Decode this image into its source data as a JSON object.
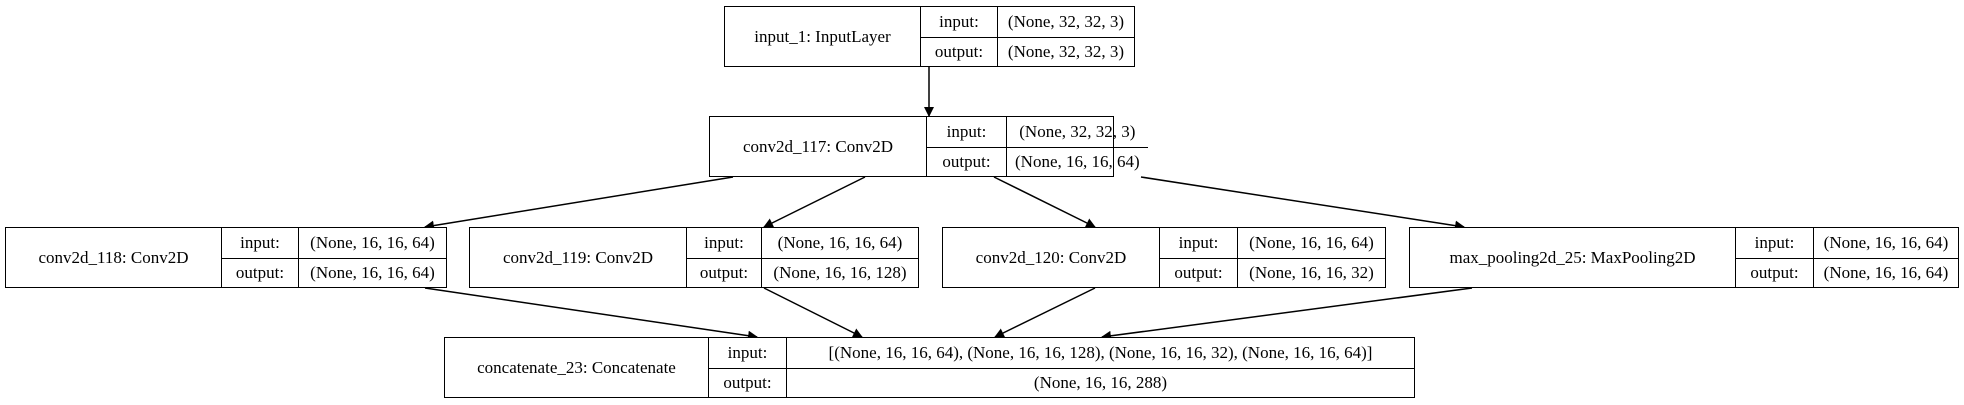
{
  "nodes": {
    "input_1": {
      "name": "input_1: InputLayer",
      "input_label": "input:",
      "input_value": "(None, 32, 32, 3)",
      "output_label": "output:",
      "output_value": "(None, 32, 32, 3)"
    },
    "conv2d_117": {
      "name": "conv2d_117: Conv2D",
      "input_label": "input:",
      "input_value": "(None, 32, 32, 3)",
      "output_label": "output:",
      "output_value": "(None, 16, 16, 64)"
    },
    "conv2d_118": {
      "name": "conv2d_118: Conv2D",
      "input_label": "input:",
      "input_value": "(None, 16, 16, 64)",
      "output_label": "output:",
      "output_value": "(None, 16, 16, 64)"
    },
    "conv2d_119": {
      "name": "conv2d_119: Conv2D",
      "input_label": "input:",
      "input_value": "(None, 16, 16, 64)",
      "output_label": "output:",
      "output_value": "(None, 16, 16, 128)"
    },
    "conv2d_120": {
      "name": "conv2d_120: Conv2D",
      "input_label": "input:",
      "input_value": "(None, 16, 16, 64)",
      "output_label": "output:",
      "output_value": "(None, 16, 16, 32)"
    },
    "max_pooling2d_25": {
      "name": "max_pooling2d_25: MaxPooling2D",
      "input_label": "input:",
      "input_value": "(None, 16, 16, 64)",
      "output_label": "output:",
      "output_value": "(None, 16, 16, 64)"
    },
    "concatenate_23": {
      "name": "concatenate_23: Concatenate",
      "input_label": "input:",
      "input_value": "[(None, 16, 16, 64), (None, 16, 16, 128), (None, 16, 16, 32), (None, 16, 16, 64)]",
      "output_label": "output:",
      "output_value": "(None, 16, 16, 288)"
    }
  },
  "edges": [
    [
      "input_1",
      "conv2d_117"
    ],
    [
      "conv2d_117",
      "conv2d_118"
    ],
    [
      "conv2d_117",
      "conv2d_119"
    ],
    [
      "conv2d_117",
      "conv2d_120"
    ],
    [
      "conv2d_117",
      "max_pooling2d_25"
    ],
    [
      "conv2d_118",
      "concatenate_23"
    ],
    [
      "conv2d_119",
      "concatenate_23"
    ],
    [
      "conv2d_120",
      "concatenate_23"
    ],
    [
      "max_pooling2d_25",
      "concatenate_23"
    ]
  ]
}
